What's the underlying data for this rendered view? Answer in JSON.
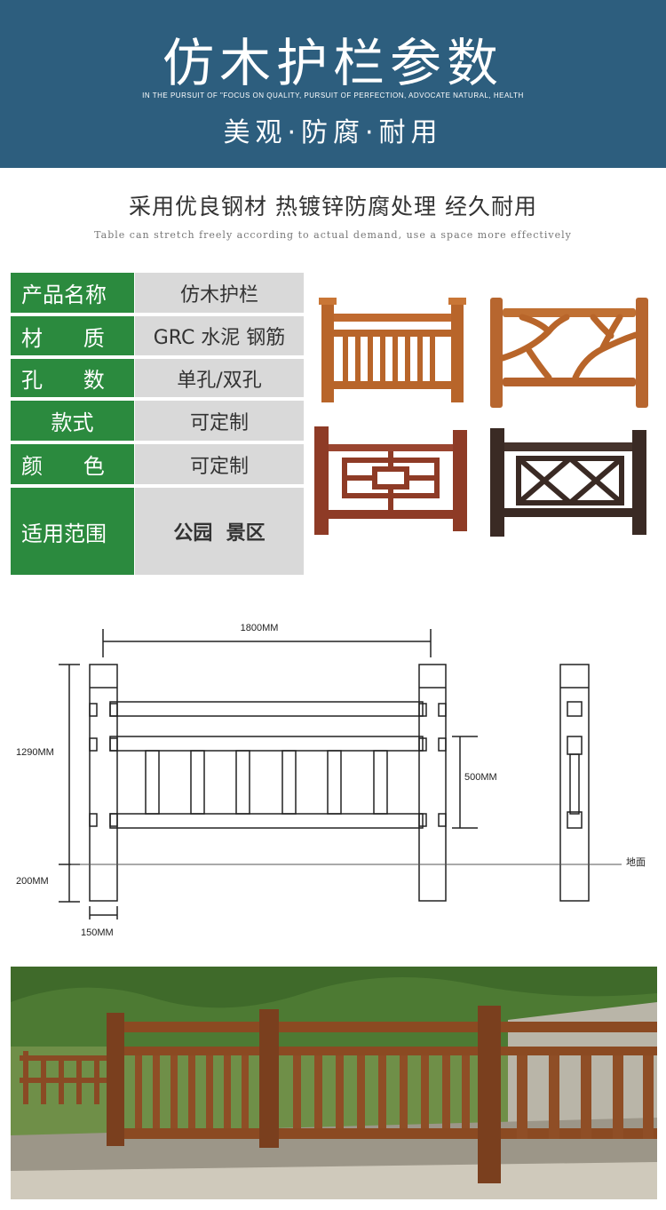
{
  "banner": {
    "title": "仿木护栏参数",
    "tagline_en": "IN THE PURSUIT OF \"FOCUS ON QUALITY, PURSUIT OF PERFECTION, ADVOCATE NATURAL, HEALTH",
    "slogan": "美观·防腐·耐用"
  },
  "intro": {
    "headline": "采用优良钢材 热镀锌防腐处理 经久耐用",
    "subline": "Table can stretch freely according to actual demand, use a space more effectively"
  },
  "specs": [
    {
      "key": "产品名称",
      "value": "仿木护栏"
    },
    {
      "key": "材      质",
      "value": "GRC 水泥 钢筋"
    },
    {
      "key": "孔      数",
      "value": "单孔/双孔"
    },
    {
      "key": "款式",
      "value": "可定制"
    },
    {
      "key": "颜      色",
      "value": "可定制"
    },
    {
      "key": "适用范围",
      "value": "公园  景区"
    }
  ],
  "drawing": {
    "width_label": "1800MM",
    "height_label": "1290MM",
    "mid_label": "500MM",
    "base_label": "200MM",
    "post_label": "150MM",
    "ground_label": "地面"
  },
  "colors": {
    "banner": "#2d5e7e",
    "spec_key": "#2b8a3e",
    "spec_value": "#d9d9d9",
    "wood_orange": "#b8652a",
    "wood_red": "#8e3b26",
    "wood_dark": "#3a2a24"
  }
}
